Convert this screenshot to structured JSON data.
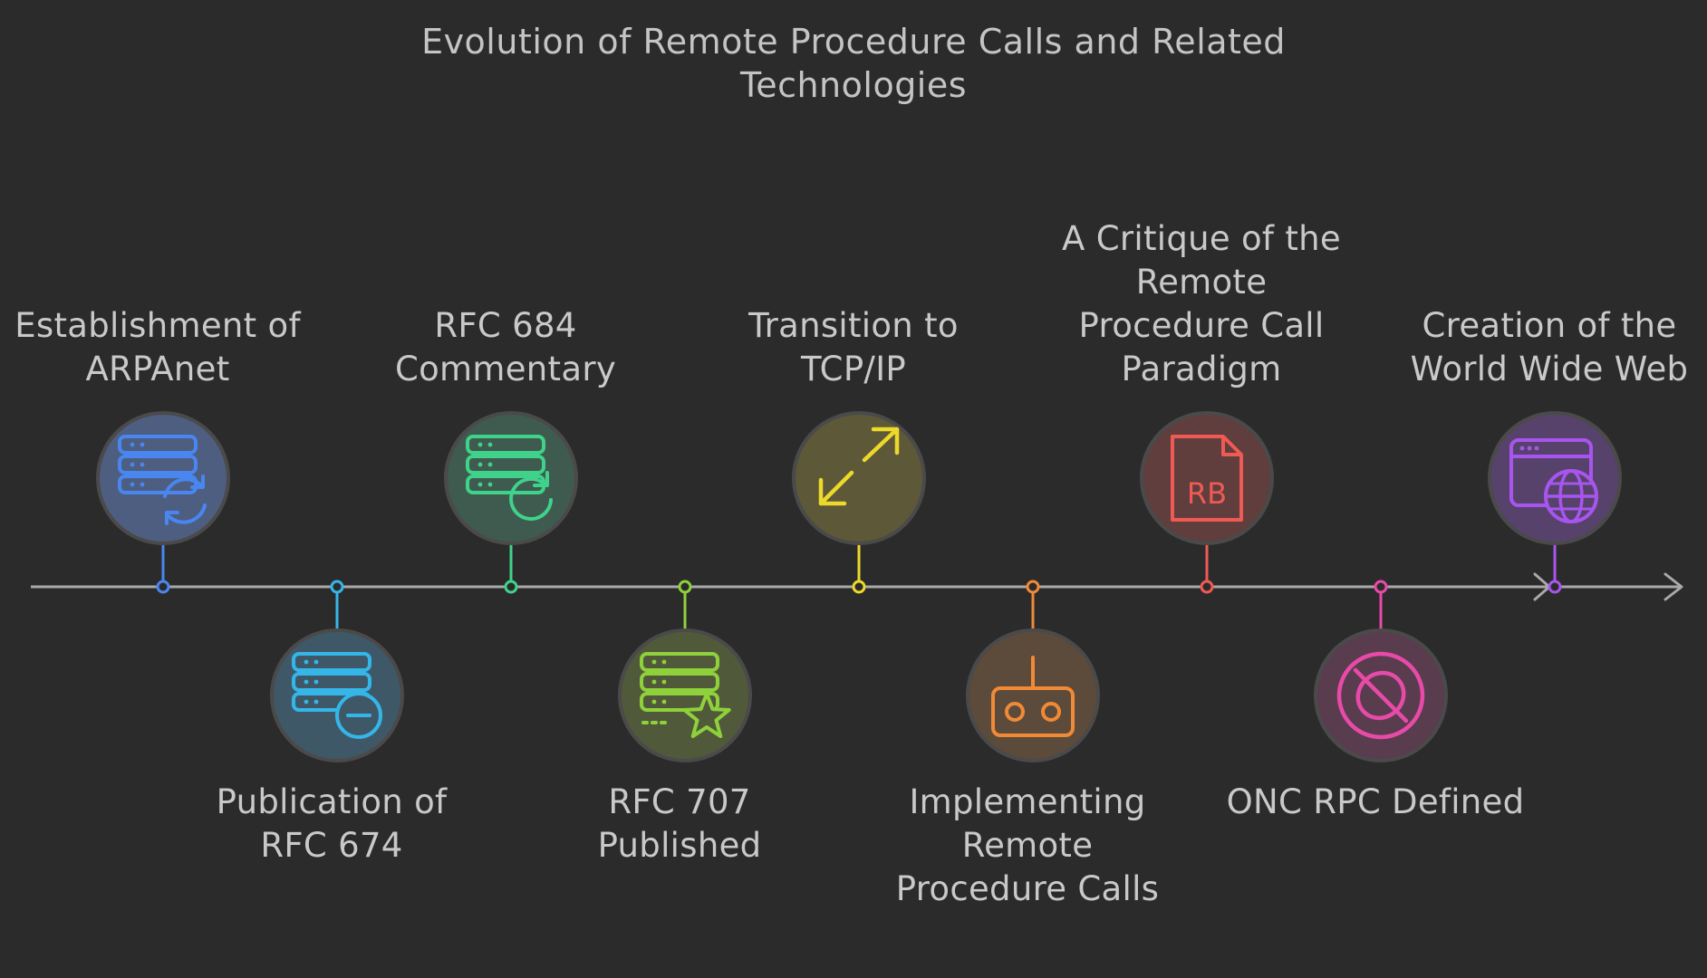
{
  "title": "Evolution of Remote Procedure Calls and Related Technologies",
  "events": [
    {
      "label": "Establishment of ARPAnet",
      "color": "#4a86f0",
      "fill": "#4d5e80",
      "icon": "server-sync-icon"
    },
    {
      "label": "Publication of RFC 674",
      "color": "#35b6e8",
      "fill": "#3f5868",
      "icon": "server-minus-icon"
    },
    {
      "label": "RFC 684 Commentary",
      "color": "#3fd28a",
      "fill": "#3f5a4f",
      "icon": "server-refresh-icon"
    },
    {
      "label": "RFC 707 Published",
      "color": "#8fd13a",
      "fill": "#505a3b",
      "icon": "server-star-icon"
    },
    {
      "label": "Transition to TCP/IP",
      "color": "#ecd92b",
      "fill": "#5c5838",
      "icon": "expand-arrows-icon"
    },
    {
      "label": "Implementing Remote Procedure Calls",
      "color": "#f08a36",
      "fill": "#5c4a3a",
      "icon": "robot-icon"
    },
    {
      "label": "A Critique of the Remote Procedure Call Paradigm",
      "color": "#ef5a54",
      "fill": "#5f3e3d",
      "icon": "rb-file-icon"
    },
    {
      "label": "ONC RPC Defined",
      "color": "#e84aa8",
      "fill": "#5a3c4f",
      "icon": "no-link-icon"
    },
    {
      "label": "Creation of the World Wide Web",
      "color": "#a855f0",
      "fill": "#57426b",
      "icon": "web-globe-icon"
    }
  ]
}
